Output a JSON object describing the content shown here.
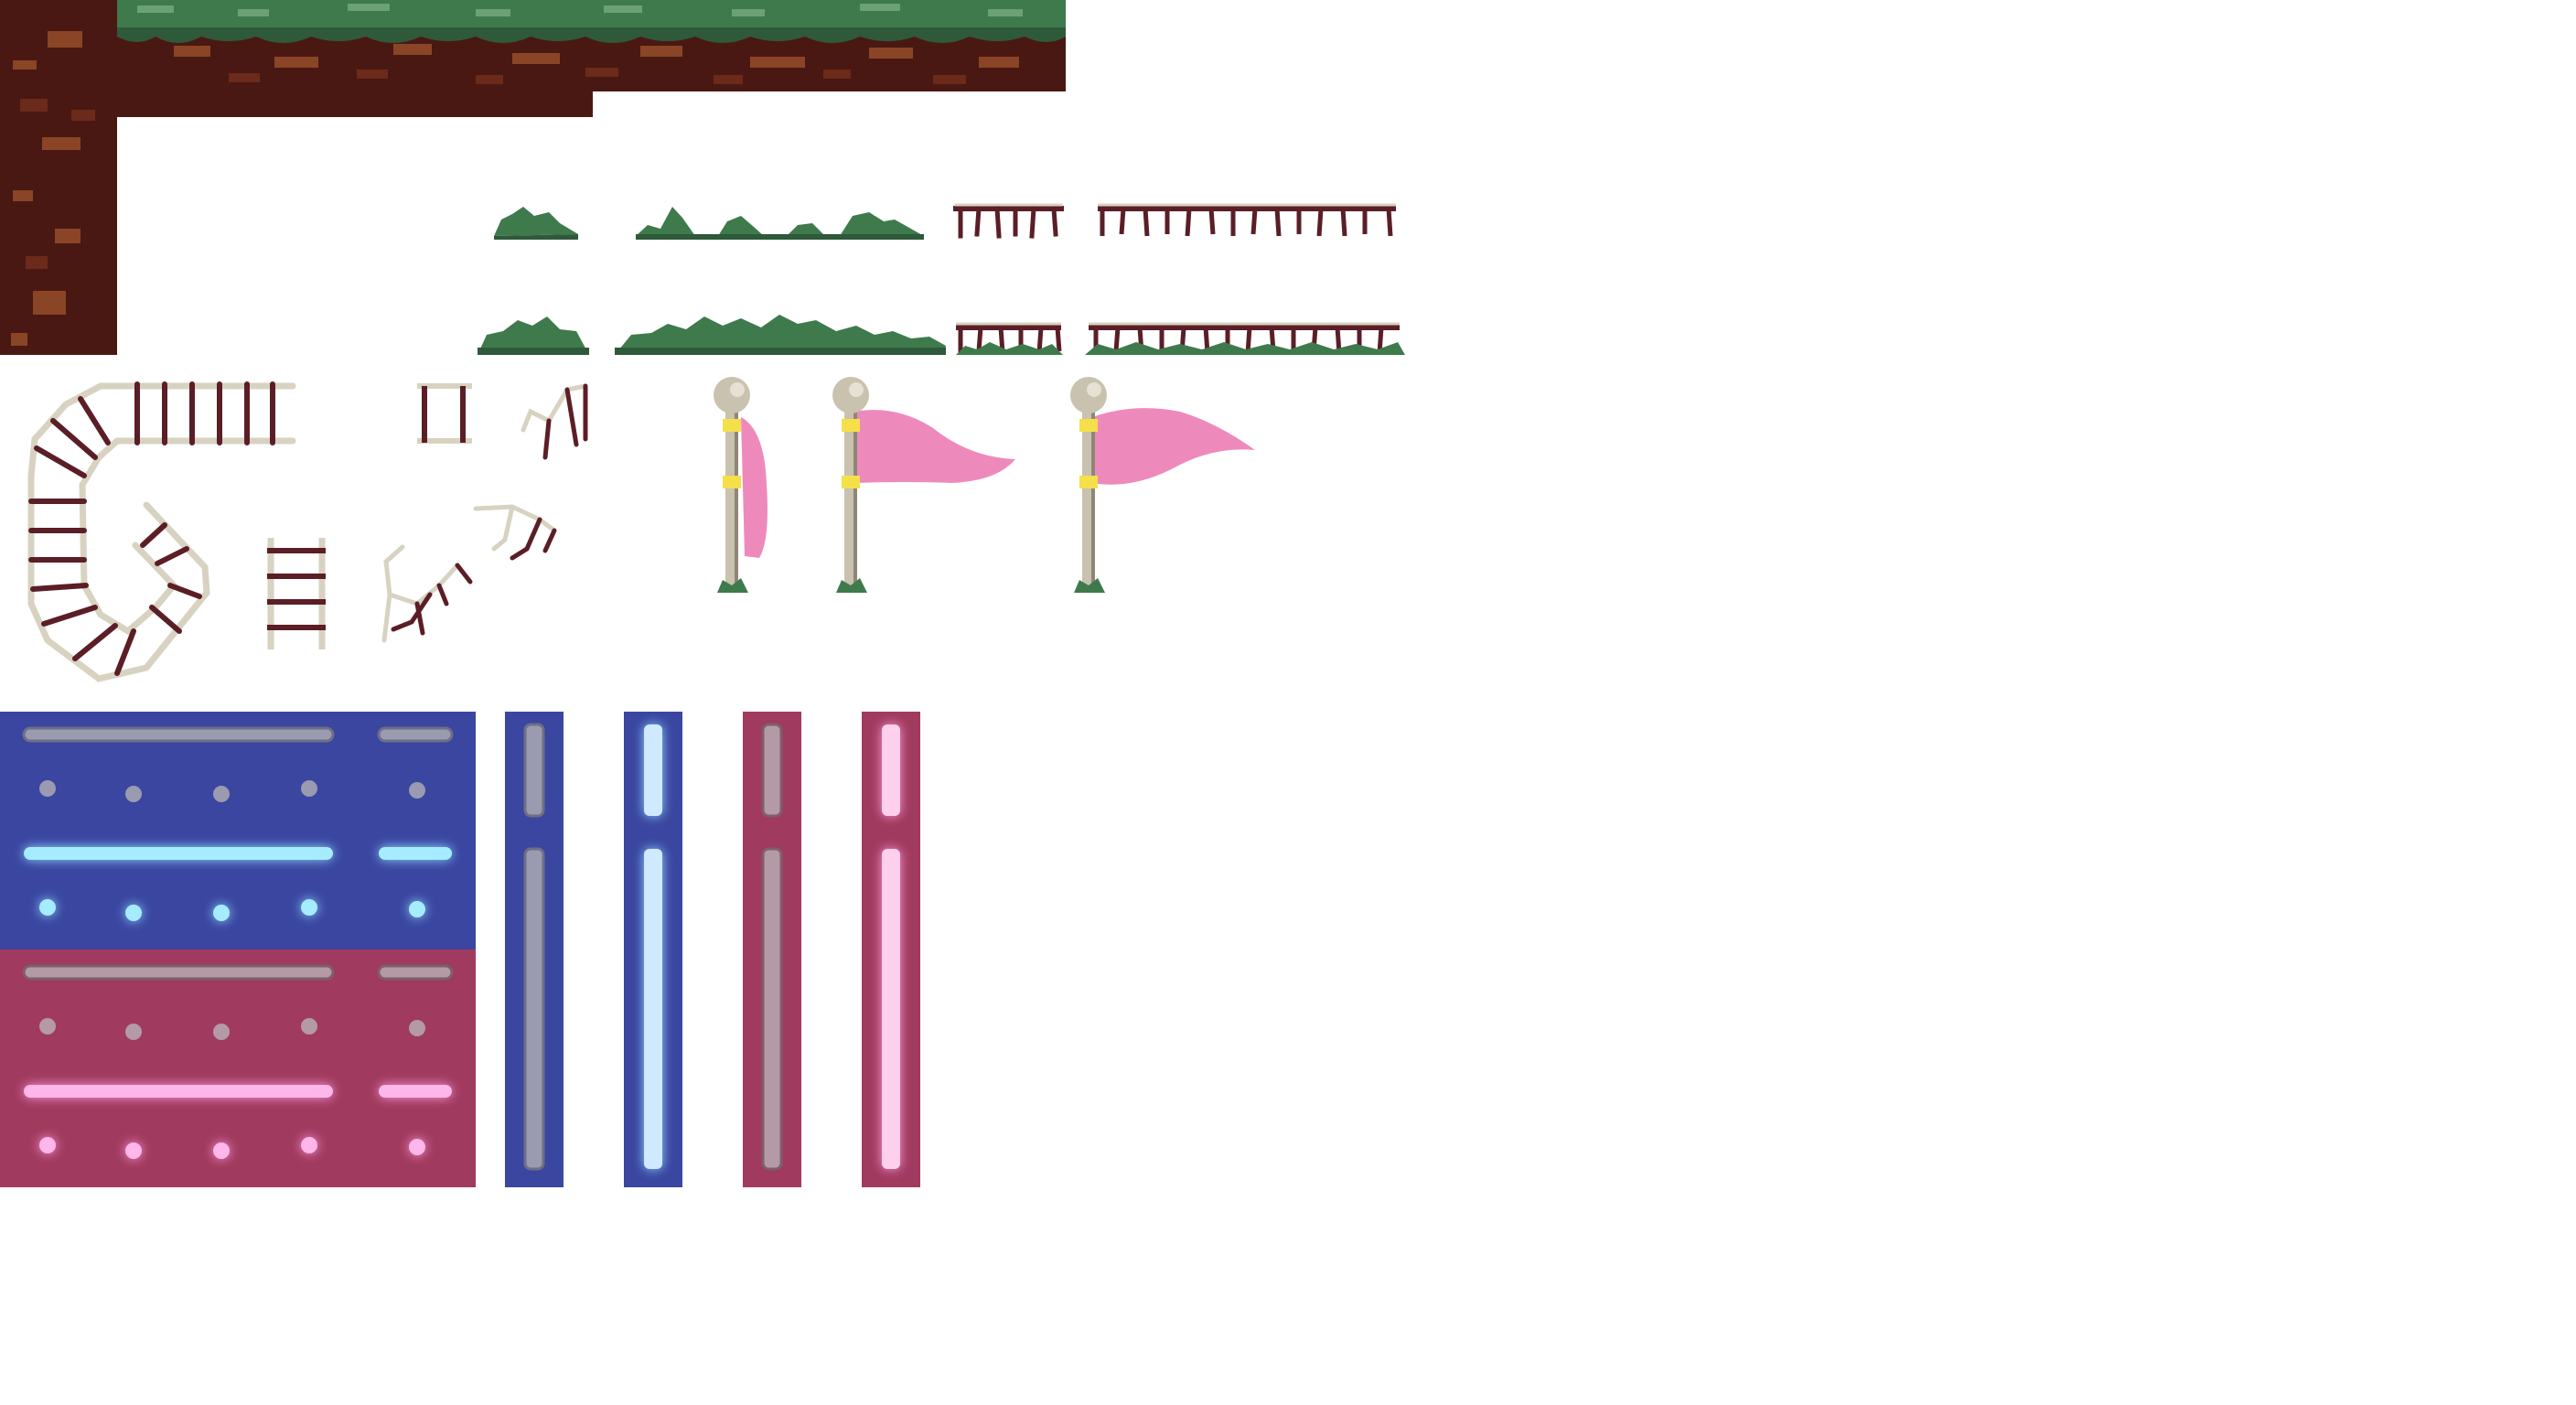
{
  "sheet": {
    "background": "#ffffff"
  },
  "palette": {
    "dirt_dark": "#4a1812",
    "dirt_mid": "#6b2a1a",
    "dirt_light": "#8a4526",
    "grass_dark": "#2e5a3a",
    "grass_mid": "#3f7a4c",
    "grass_light": "#6aa274",
    "rail_light": "#d8d2c0",
    "rail_dark": "#5b1e26",
    "pole": "#c9c2ae",
    "pole_shadow": "#8e8776",
    "band": "#f5e04a",
    "flag": "#ee8abb",
    "panel_blue": "#3a46a0",
    "panel_pink": "#a03a5e",
    "light_off": "#9a9ab0",
    "light_blue_on": "#a6ecff",
    "light_pink_on": "#ffb6ea"
  },
  "sprites": {
    "terrain": [
      "ground-with-grass-top",
      "dirt-column"
    ],
    "grass_tufts": [
      "tuft-small",
      "tuft-row-short",
      "tuft-large",
      "tuft-row-long"
    ],
    "fences": [
      "fence-short",
      "fence-long",
      "fence-short-grassy",
      "fence-long-grassy"
    ],
    "rails": [
      "rail-curve-loop",
      "rail-ladder-vertical",
      "rail-ladder-short",
      "rail-broken-pieces"
    ],
    "flags": [
      "flag-hanging",
      "flag-waving",
      "flag-waving-alt"
    ],
    "light_panels": [
      "panel-blue",
      "panel-pink"
    ],
    "light_bars": [
      "bar-blue-off",
      "bar-blue-on",
      "bar-pink-off",
      "bar-pink-on"
    ]
  }
}
